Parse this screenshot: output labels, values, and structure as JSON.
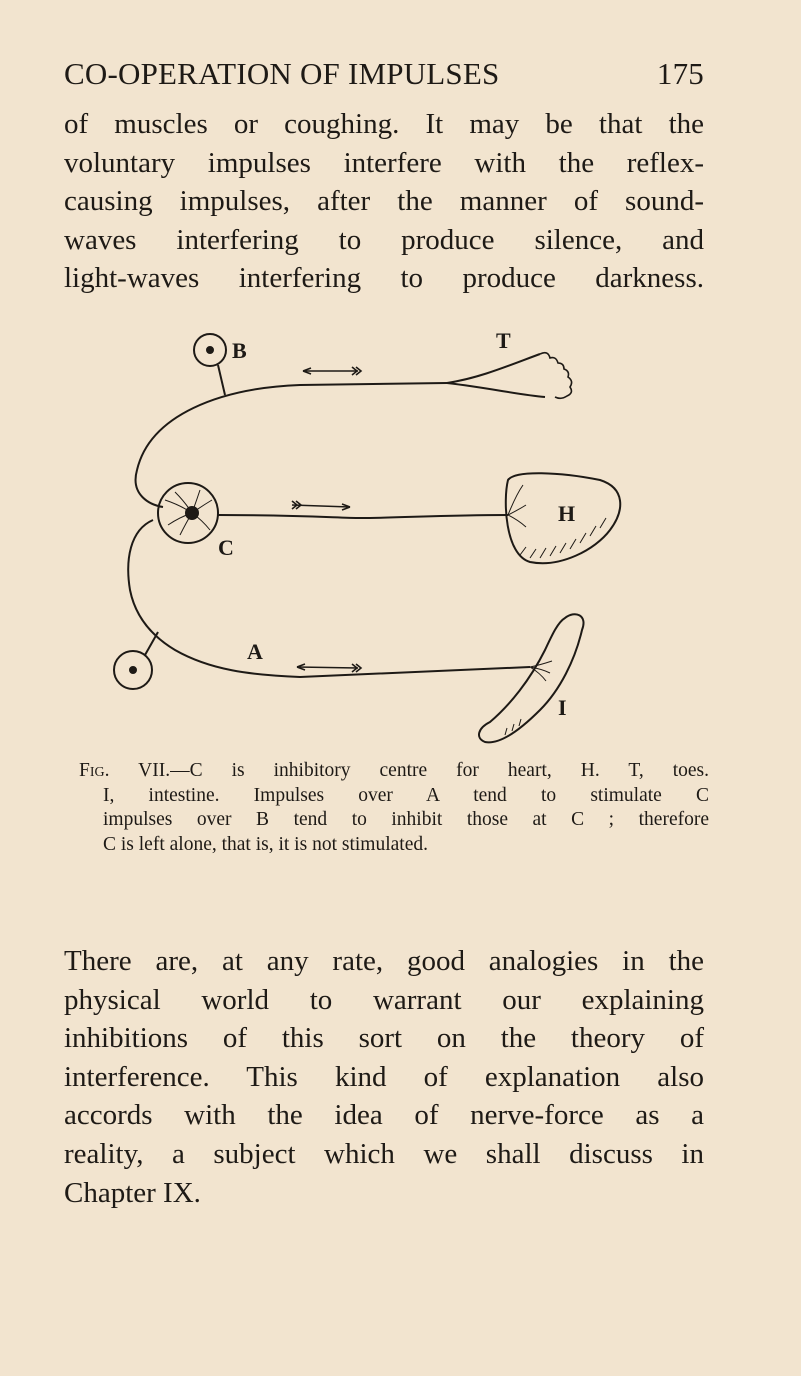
{
  "header": {
    "running_title": "CO-OPERATION OF IMPULSES",
    "page_number": "175"
  },
  "paragraph1": [
    "of muscles or coughing. It may be that the",
    "voluntary impulses interfere with the reflex-",
    "causing impulses, after the manner of sound-",
    "waves interfering to produce silence, and",
    "light-waves interfering to produce darkness."
  ],
  "figure": {
    "labels": {
      "b": "B",
      "t": "T",
      "c": "C",
      "h": "H",
      "a": "A",
      "i": "I"
    },
    "caption_prefix": "Fig. VII.",
    "caption_lines": [
      "—C is inhibitory centre for heart, H. T, toes.",
      "I, intestine. Impulses over A tend to stimulate C",
      "impulses over B tend to inhibit those at C ; therefore",
      "C is left alone, that is, it is not stimulated."
    ]
  },
  "paragraph2": [
    "There are, at any rate, good analogies in the",
    "physical world to warrant our explaining",
    "inhibitions of this sort on the theory of",
    "interference. This kind of explanation also",
    "accords with the idea of nerve-force as a",
    "reality, a subject which we shall discuss in",
    "Chapter IX."
  ]
}
